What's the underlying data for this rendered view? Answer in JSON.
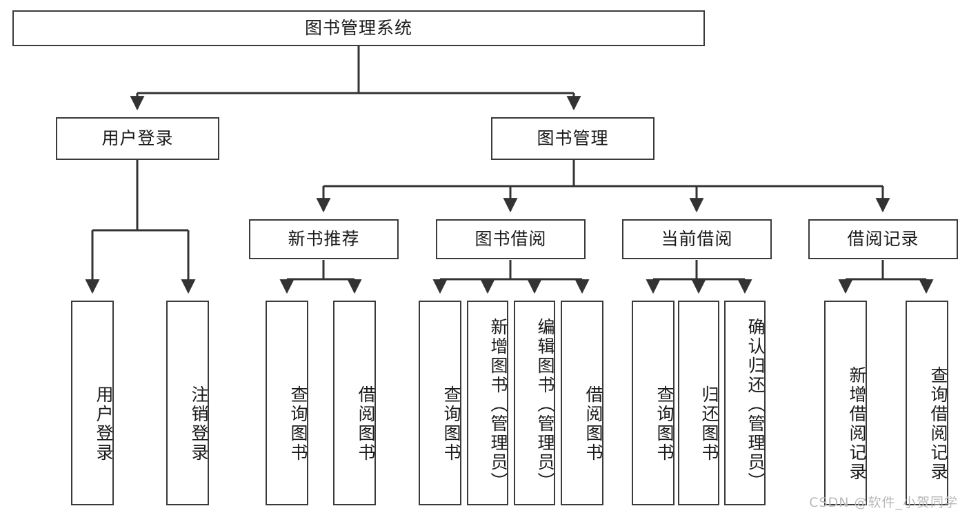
{
  "diagram": {
    "type": "tree",
    "title": "图书管理系统",
    "watermark": "CSDN @软件_小贺同学",
    "colors": {
      "box_border": "#3a3a3a",
      "box_fill": "#ffffff",
      "connector": "#333333",
      "text": "#1a1a1a",
      "watermark": "#b9b9b9",
      "background": "#ffffff"
    },
    "levels": {
      "root": {
        "label": "图书管理系统"
      },
      "level2": [
        {
          "label": "用户登录"
        },
        {
          "label": "图书管理"
        }
      ],
      "level3": [
        {
          "label": "新书推荐"
        },
        {
          "label": "图书借阅"
        },
        {
          "label": "当前借阅"
        },
        {
          "label": "借阅记录"
        }
      ],
      "leaves": {
        "user_login": [
          {
            "label": "用户登录"
          },
          {
            "label": "注销登录"
          }
        ],
        "new_book_recommend": [
          {
            "label": "查询图书"
          },
          {
            "label": "借阅图书"
          }
        ],
        "book_borrow": [
          {
            "label": "查询图书"
          },
          {
            "label": "新增图书（管理员）"
          },
          {
            "label": "编辑图书（管理员）"
          },
          {
            "label": "借阅图书"
          }
        ],
        "current_borrow": [
          {
            "label": "查询图书"
          },
          {
            "label": "归还图书"
          },
          {
            "label": "确认归还（管理员）"
          }
        ],
        "borrow_record": [
          {
            "label": "新增借阅记录"
          },
          {
            "label": "查询借阅记录"
          }
        ]
      }
    }
  }
}
